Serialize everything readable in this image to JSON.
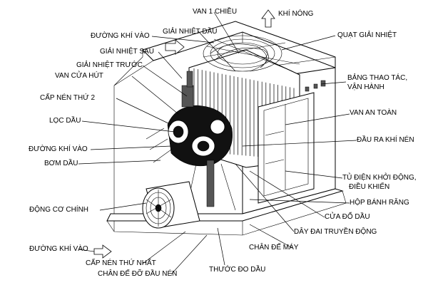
{
  "labels": {
    "van_1_chieu": "VAN 1 CHIỀU",
    "khi_nong": "KHÍ NÓNG",
    "duong_khi_vao_top": "ĐƯỜNG KHÍ VÀO",
    "giai_nhiet_dau": "GIẢI NHIỆT DẦU",
    "quat_giai_nhiet": "QUẠT GIẢI NHIỆT",
    "giai_nhiet_sau": "GIẢI NHIỆT SAU",
    "giai_nhiet_truoc": "GIẢI NHIỆT TRƯỚC",
    "van_cua_hut": "VAN CỬA HÚT",
    "bang_thao_tac_1": "BẢNG THAO TÁC,",
    "bang_thao_tac_2": "VẬN HÀNH",
    "cap_nen_thu_2": "CẤP NÉN THỨ 2",
    "van_an_toan": "VAN AN TOÀN",
    "loc_dau": "LỌC DẦU",
    "dau_ra_khi_nen": "ĐẦU RA KHÍ NÉN",
    "duong_khi_vao_mid": "ĐƯỜNG KHÍ VÀO",
    "bom_dau": "BƠM DẦU",
    "tu_dien_1": "TỦ ĐIỆN KHỞI ĐỘNG,",
    "tu_dien_2": "ĐIỀU KHIỂN",
    "hop_banh_rang": "HỘP BÁNH RĂNG",
    "dong_co_chinh": "ĐỘNG CƠ CHÍNH",
    "cua_do_dau": "CỬA ĐỔ DẦU",
    "day_dai": "DÂY ĐAI TRUYỀN ĐỘNG",
    "duong_khi_vao_bottom": "ĐƯỜNG KHÍ VÀO",
    "chan_de_may": "CHÂN ĐẾ MÁY",
    "cap_nen_thu_nhat": "CẤP NÉN THỨ NHẤT",
    "chan_de_do_dau_nen": "CHÂN ĐẾ ĐỠ ĐẦU NÉN",
    "thuoc_do_dau": "THƯỚC ĐO DẦU"
  }
}
